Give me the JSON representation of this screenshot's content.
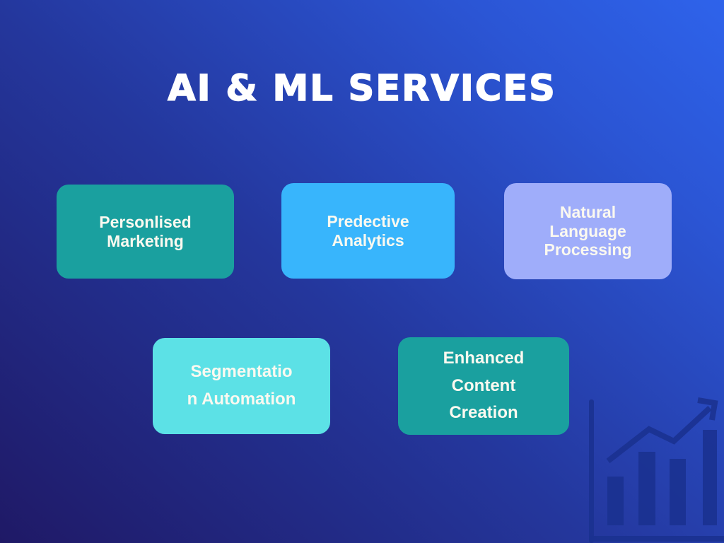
{
  "title": "AI & ML SERVICES",
  "cards": [
    {
      "label": "Personlised Marketing",
      "lines": [
        "Personlised",
        "Marketing"
      ],
      "color": "#1aa09f"
    },
    {
      "label": "Predective Analytics",
      "lines": [
        "Predective",
        "Analytics"
      ],
      "color": "#38b5fc"
    },
    {
      "label": "Natural Language Processing",
      "lines": [
        "Natural",
        "Language",
        "Processing"
      ],
      "color": "#9fadfa"
    },
    {
      "label": "Segmentation Automation",
      "lines": [
        "Segmentatio",
        "n Automation"
      ],
      "color": "#5ce1e6"
    },
    {
      "label": "Enhanced Content Creation",
      "lines": [
        "Enhanced",
        "Content",
        "Creation"
      ],
      "color": "#1aa09f"
    }
  ],
  "colors": {
    "background_gradient_dark": "#1f1966",
    "background_gradient_bright": "#2e63eb",
    "title_text": "#ffffff",
    "card_text": "#fbf9f0",
    "chart_icon": "#1a3190"
  },
  "decoration": {
    "icon": "bar-chart-growth-icon"
  }
}
